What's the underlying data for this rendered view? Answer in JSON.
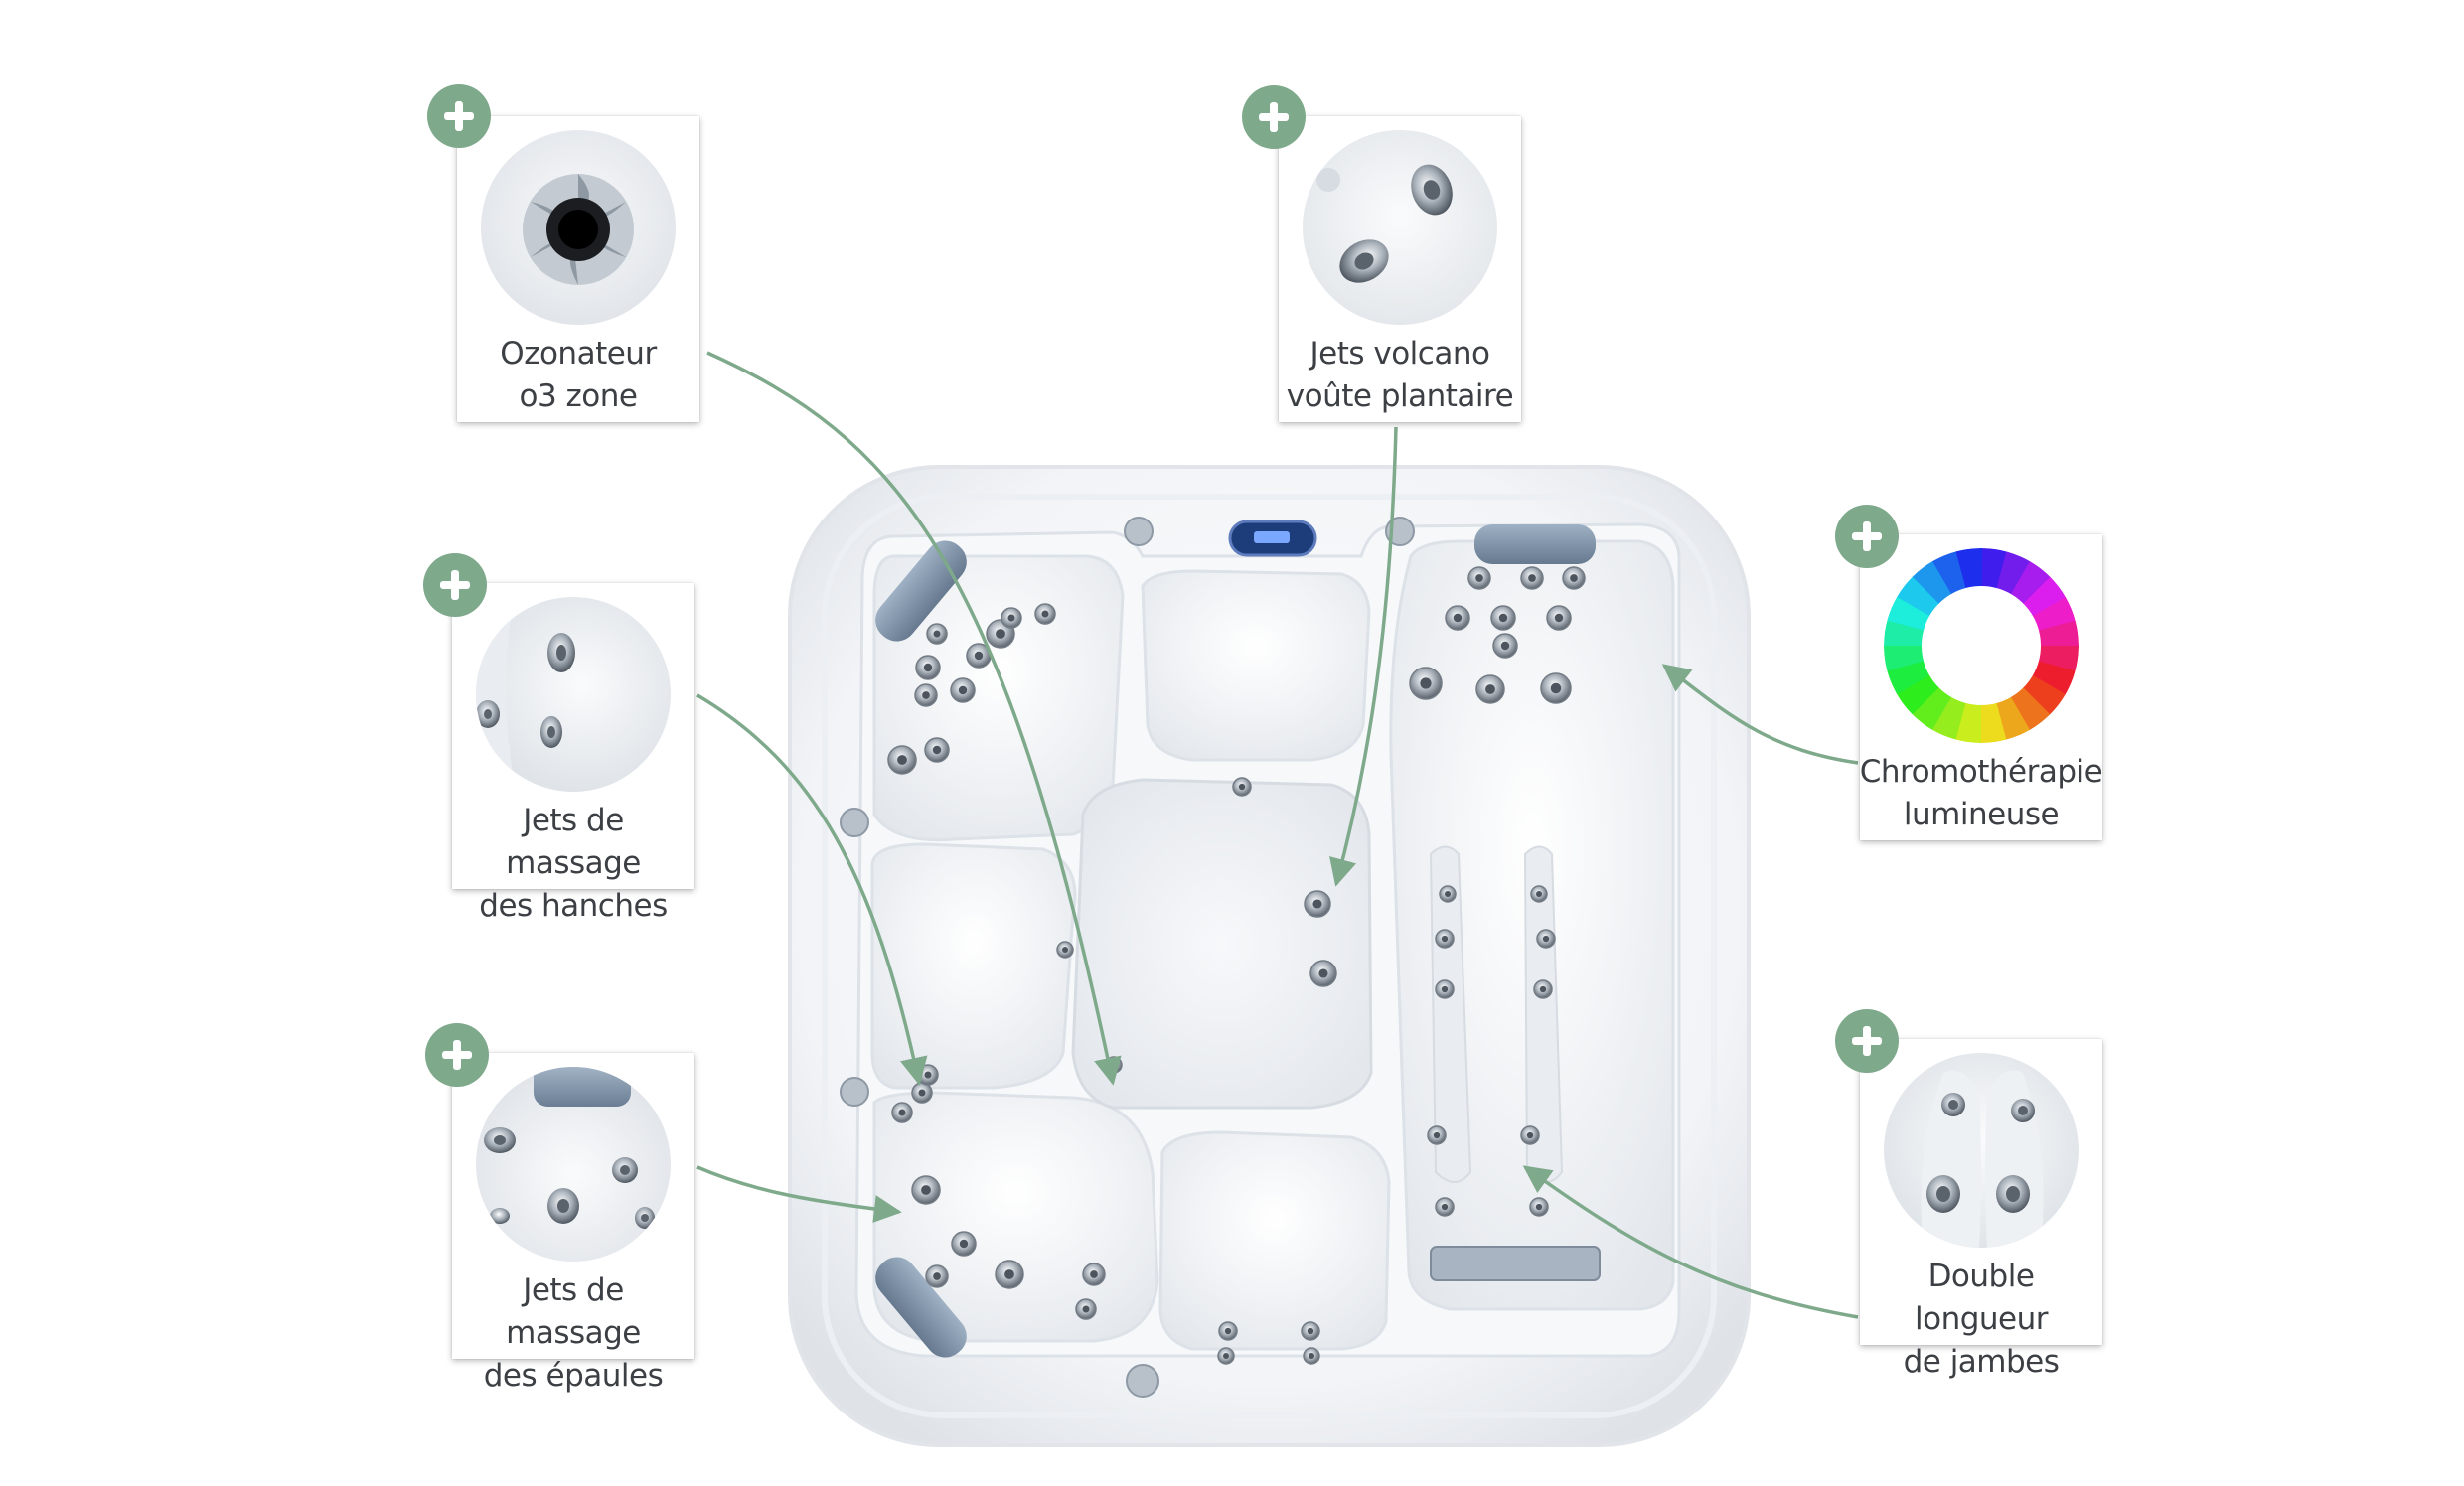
{
  "features": [
    {
      "id": "ozone",
      "icon": "ozonator-nozzle-icon",
      "label_line1": "Ozonateur",
      "label_line2": "o3 zone"
    },
    {
      "id": "volcano",
      "icon": "volcano-jets-icon",
      "label_line1": "Jets volcano",
      "label_line2": "voûte plantaire"
    },
    {
      "id": "hip",
      "icon": "hip-jets-icon",
      "label_line1": "Jets de massage",
      "label_line2": "des hanches"
    },
    {
      "id": "chromo",
      "icon": "color-wheel-icon",
      "label_line1": "Chromothérapie",
      "label_line2": "lumineuse"
    },
    {
      "id": "shoulder",
      "icon": "shoulder-jets-icon",
      "label_line1": "Jets de massage",
      "label_line2": "des épaules"
    },
    {
      "id": "legs",
      "icon": "leg-jets-icon",
      "label_line1": "Double longueur",
      "label_line2": "de jambes"
    }
  ],
  "colors": {
    "accent": "#7ea98b",
    "leader_line": "#7ea98b",
    "label_text": "#3c3f44",
    "shell": "#f3f5f8",
    "headrest": "#7d93ab",
    "jet": "#9ea6af"
  },
  "plus_icon": "plus-icon"
}
